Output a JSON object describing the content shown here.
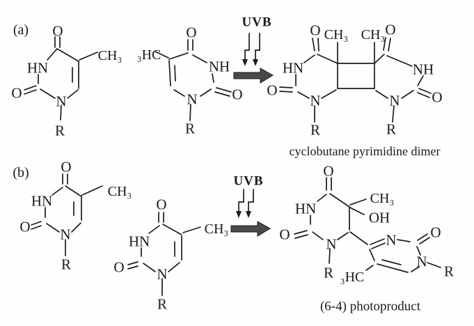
{
  "panel_a": {
    "label": "(a)",
    "uvb_label": "UVB",
    "thymine_left": {
      "o_top": "O",
      "hn": "HN",
      "o_left": "O",
      "n1": "N",
      "r": "R",
      "methyl": "CH₃"
    },
    "thymine_right": {
      "o_top": "O",
      "nh": "NH",
      "o_right": "O",
      "n1": "N",
      "r": "R",
      "methyl": "₃HC"
    },
    "product": {
      "caption": "cyclobutane pyrimidine dimer",
      "o_top_left": "O",
      "methyl_left": "CH₃",
      "methyl_right": "CH₃",
      "o_top_right": "O",
      "hn_left": "HN",
      "nh_right": "NH",
      "o_left": "O",
      "o_right": "O",
      "n_left": "N",
      "n_right": "N",
      "r_left": "R",
      "r_right": "R"
    }
  },
  "panel_b": {
    "label": "(b)",
    "uvb_label": "UVB",
    "thymine_left": {
      "o_top": "O",
      "hn": "HN",
      "o_left": "O",
      "n1": "N",
      "r": "R",
      "methyl": "CH₃"
    },
    "thymine_right": {
      "o_top": "O",
      "hn": "HN",
      "o_left": "O",
      "n1": "N",
      "r": "R",
      "methyl": "CH₃"
    },
    "product": {
      "caption": "(6-4) photoproduct",
      "o_top": "O",
      "hn": "HN",
      "methyl_top": "CH₃",
      "hydroxyl": "OH",
      "o_left": "O",
      "n1": "N",
      "r_left": "R",
      "n3_prime": "N",
      "o_right": "O",
      "n1_prime": "N",
      "r_right": "R",
      "methyl_bottom": "₃HC"
    }
  }
}
